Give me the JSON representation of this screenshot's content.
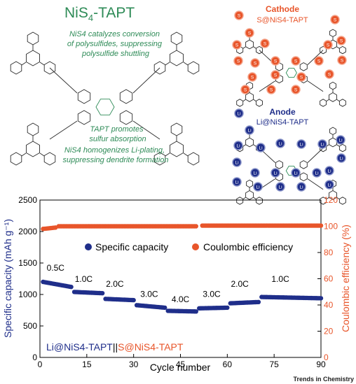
{
  "top_left": {
    "title_main": "NiS",
    "title_sub": "4",
    "title_suffix": "-TAPT",
    "caption1_lines": [
      "NiS4 catalyzes conversion",
      "of polysulfides, suppressing",
      "polysulfide shuttling"
    ],
    "caption2_lines": [
      "TAPT promotes",
      "sulfur absorption"
    ],
    "caption3_lines": [
      "NiS4 homogenizes Li-plating,",
      "suppressing dendrite formation"
    ]
  },
  "cathode": {
    "title": "Cathode",
    "subtitle": "S@NiS4-TAPT",
    "particle_label": "S",
    "color": "#e8552a"
  },
  "anode": {
    "title": "Anode",
    "subtitle": "Li@NiS4-TAPT",
    "particle_label": "Li",
    "color": "#1f2e8a"
  },
  "chart_data": {
    "type": "scatter",
    "xlabel": "Cycle number",
    "ylabel_left": "Specific capacity (mAh g⁻¹)",
    "ylabel_right": "Coulombic efficiency (%)",
    "xlim": [
      0,
      90
    ],
    "ylim_left": [
      0,
      2500
    ],
    "ylim_right": [
      0,
      120
    ],
    "x_ticks": [
      0,
      15,
      30,
      45,
      60,
      75,
      90
    ],
    "y_left_ticks": [
      0,
      500,
      1000,
      1500,
      2000,
      2500
    ],
    "y_right_ticks": [
      0,
      20,
      40,
      60,
      80,
      100,
      120
    ],
    "legend": [
      "Specific capacity",
      "Coulombic efficiency"
    ],
    "cell_label_left": "Li@NiS4-TAPT",
    "cell_label_sep": "||",
    "cell_label_right": "S@NiS4-TAPT",
    "rate_annotations": [
      {
        "text": "0.5C",
        "x": 5,
        "y": 1380
      },
      {
        "text": "1.0C",
        "x": 14,
        "y": 1200
      },
      {
        "text": "2.0C",
        "x": 24,
        "y": 1120
      },
      {
        "text": "3.0C",
        "x": 35,
        "y": 960
      },
      {
        "text": "4.0C",
        "x": 45,
        "y": 880
      },
      {
        "text": "3.0C",
        "x": 55,
        "y": 960
      },
      {
        "text": "2.0C",
        "x": 64,
        "y": 1120
      },
      {
        "text": "1.0C",
        "x": 77,
        "y": 1200
      }
    ],
    "series": [
      {
        "name": "Specific capacity",
        "axis": "left",
        "color": "#1f2e8a",
        "segments": [
          {
            "x0": 1,
            "x1": 10,
            "y0": 1200,
            "y1": 1120
          },
          {
            "x0": 11,
            "x1": 20,
            "y0": 1040,
            "y1": 1020
          },
          {
            "x0": 21,
            "x1": 30,
            "y0": 930,
            "y1": 910
          },
          {
            "x0": 31,
            "x1": 40,
            "y0": 830,
            "y1": 790
          },
          {
            "x0": 41,
            "x1": 50,
            "y0": 740,
            "y1": 730
          },
          {
            "x0": 51,
            "x1": 60,
            "y0": 780,
            "y1": 790
          },
          {
            "x0": 61,
            "x1": 70,
            "y0": 860,
            "y1": 880
          },
          {
            "x0": 71,
            "x1": 90,
            "y0": 960,
            "y1": 940
          }
        ]
      },
      {
        "name": "Coulombic efficiency",
        "axis": "right",
        "color": "#e8552a",
        "segments": [
          {
            "x0": 1,
            "x1": 5,
            "y0": 98,
            "y1": 99
          },
          {
            "x0": 6,
            "x1": 50,
            "y0": 100,
            "y1": 100
          },
          {
            "x0": 52,
            "x1": 90,
            "y0": 100.5,
            "y1": 100.5
          }
        ]
      }
    ]
  },
  "footer": {
    "brand": "Trends in Chemistry"
  }
}
